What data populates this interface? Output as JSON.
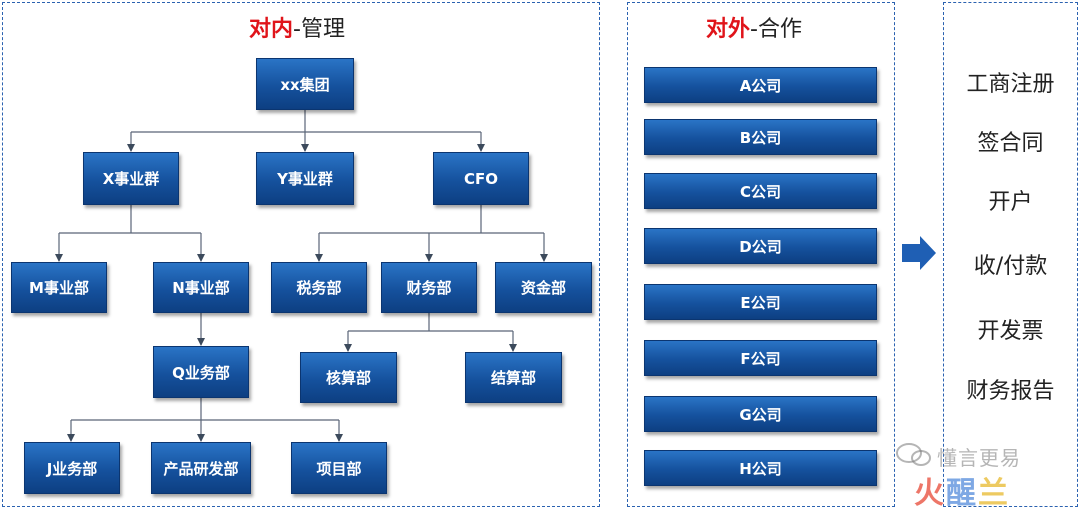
{
  "internal": {
    "title_accent": "对内",
    "title_rest": "-管理",
    "nodes": {
      "group": "xx集团",
      "x_group": "X事业群",
      "y_group": "Y事业群",
      "cfo": "CFO",
      "m_dept": "M事业部",
      "n_dept": "N事业部",
      "tax": "税务部",
      "finance": "财务部",
      "capital": "资金部",
      "q_dept": "Q业务部",
      "accounting": "核算部",
      "settlement": "结算部",
      "j_dept": "J业务部",
      "product": "产品研发部",
      "project": "项目部"
    }
  },
  "external": {
    "title_accent": "对外",
    "title_rest": "-合作",
    "companies": [
      "A公司",
      "B公司",
      "C公司",
      "D公司",
      "E公司",
      "F公司",
      "G公司",
      "H公司"
    ]
  },
  "activities": [
    "工商注册",
    "签合同",
    "开户",
    "收/付款",
    "开发票",
    "财务报告"
  ],
  "watermark": {
    "text": "懂言更易",
    "logo_parts": [
      "火",
      "醒",
      "兰"
    ]
  },
  "colors": {
    "box_blue": "#15519d",
    "accent_red": "#e0141a",
    "panel_border": "#2b62b0",
    "arrow_blue": "#1f5fb4"
  }
}
